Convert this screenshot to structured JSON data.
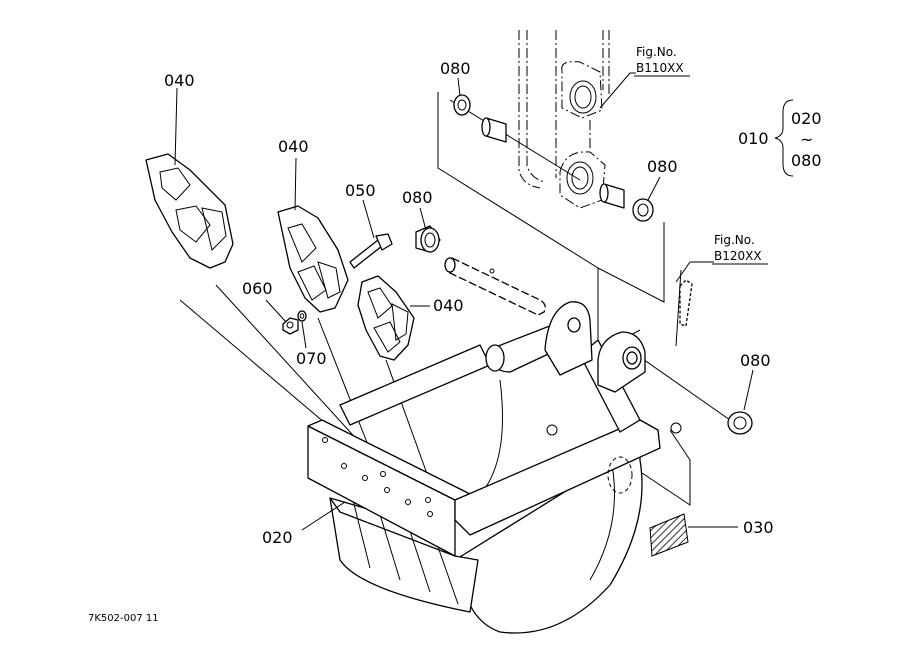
{
  "labels": {
    "tooth_top_left": "040",
    "tooth_mid": "040",
    "tooth_right": "040",
    "bolt": "050",
    "nut": "060",
    "washer": "070",
    "bushing_top": "080",
    "bushing_upper_right": "080",
    "bushing_left": "080",
    "bushing_right": "080",
    "bucket": "020",
    "shim_plate": "030",
    "assembly": "010",
    "assembly_range_start": "020",
    "assembly_range_tilde": "~",
    "assembly_range_end": "080"
  },
  "figure_refs": {
    "arm": {
      "title": "Fig.No.",
      "code": "B110XX"
    },
    "pin": {
      "title": "Fig.No.",
      "code": "B120XX"
    }
  },
  "drawing_code": "7K502-007 11"
}
